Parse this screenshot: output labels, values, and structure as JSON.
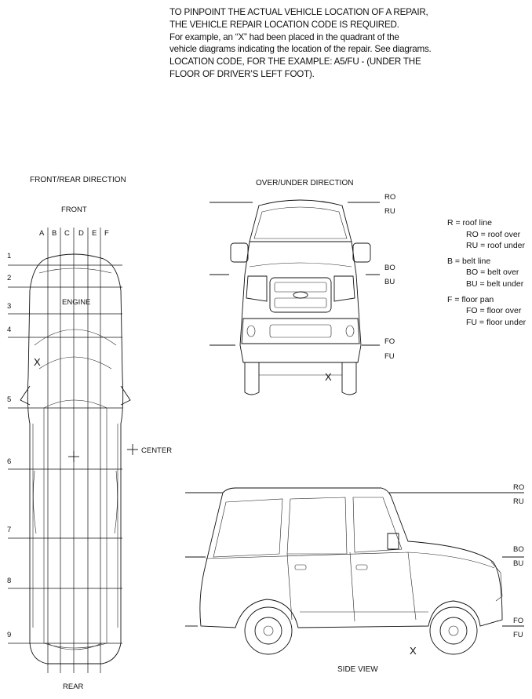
{
  "intro": {
    "line1": "TO PINPOINT THE ACTUAL VEHICLE LOCATION OF A REPAIR,",
    "line2": "THE VEHICLE REPAIR LOCATION CODE IS REQUIRED.",
    "line3": "For example, an “X” had been placed in the quadrant of the",
    "line4": "vehicle diagrams indicating the location of the repair. See diagrams.",
    "line5": "LOCATION CODE, FOR THE EXAMPLE: A5/FU - (UNDER THE",
    "line6": "FLOOR OF DRIVER’S LEFT FOOT)."
  },
  "top_view": {
    "heading": "FRONT/REAR DIRECTION",
    "front": "FRONT",
    "rear": "REAR",
    "engine": "ENGINE",
    "center": "CENTER",
    "columns": [
      "A",
      "B",
      "C",
      "D",
      "E",
      "F"
    ],
    "rows": [
      "1",
      "2",
      "3",
      "4",
      "5",
      "6",
      "7",
      "8",
      "9"
    ],
    "mark": "X"
  },
  "front_view": {
    "heading": "OVER/UNDER DIRECTION",
    "codes": [
      "RO",
      "RU",
      "BO",
      "BU",
      "FO",
      "FU"
    ],
    "mark": "X"
  },
  "side_view": {
    "heading": "SIDE VIEW",
    "codes": [
      "RO",
      "RU",
      "BO",
      "BU",
      "FO",
      "FU"
    ],
    "mark": "X"
  },
  "legend": {
    "roof": "R = roof line",
    "ro": "RO = roof over",
    "ru": "RU = roof under",
    "belt": "B = belt line",
    "bo": "BO = belt over",
    "bu": "BU = belt under",
    "floor": "F = floor pan",
    "fo": "FO = floor over",
    "fu": "FU = floor under"
  }
}
